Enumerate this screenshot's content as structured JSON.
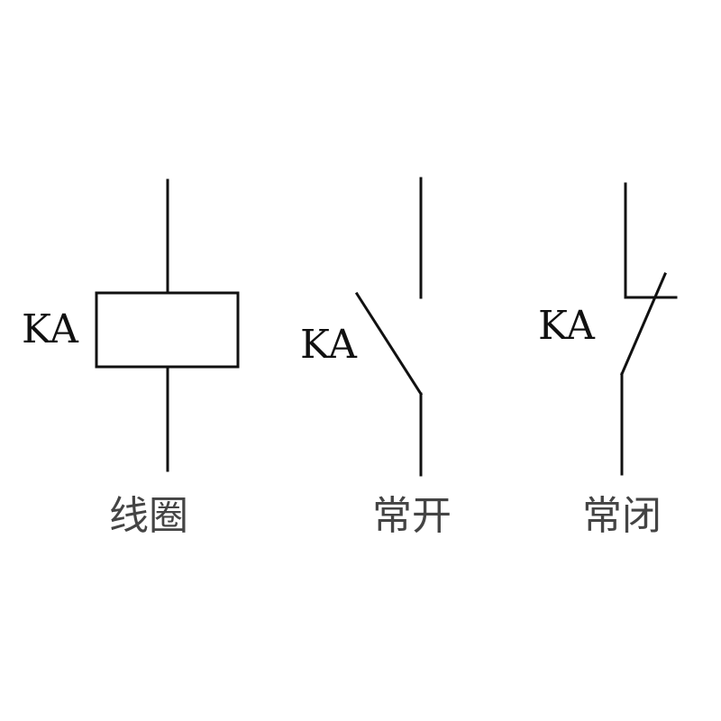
{
  "symbols": {
    "coil": {
      "tag": "KA",
      "caption": "线圈"
    },
    "normally_open": {
      "tag": "KA",
      "caption": "常开"
    },
    "normally_closed": {
      "tag": "KA",
      "caption": "常闭"
    }
  }
}
